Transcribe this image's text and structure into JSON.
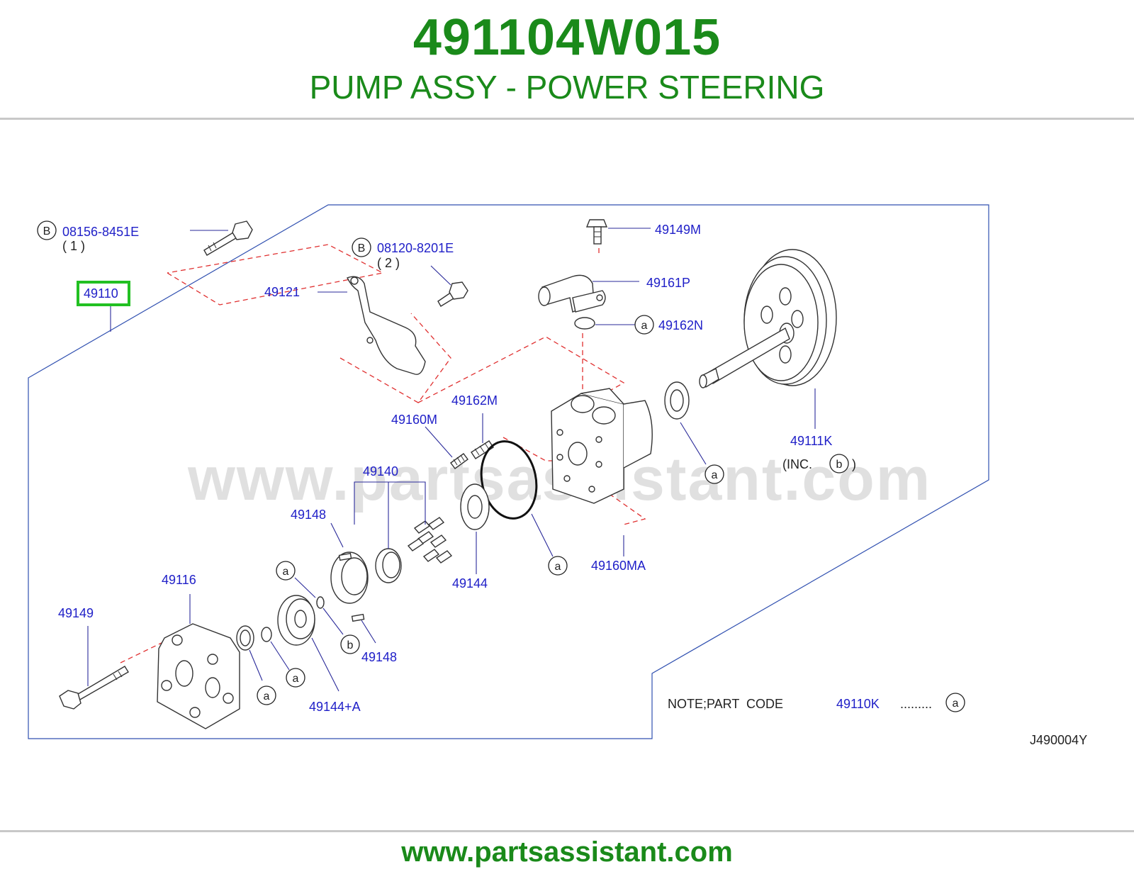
{
  "header": {
    "part_number": "491104W015",
    "title": "PUMP ASSY - POWER STEERING"
  },
  "diagram": {
    "watermark": "www.partsassistant.com",
    "callouts": {
      "bolt_08156": "08156-8451E",
      "bolt_08156_qty": "( 1 )",
      "bolt_08120": "08120-8201E",
      "bolt_08120_qty": "( 2 )",
      "assy_49110": "49110",
      "bracket_49121": "49121",
      "bolt_49149M": "49149M",
      "connector_49161P": "49161P",
      "oring_49162N": "49162N",
      "pulley_49111K": "49111K",
      "inc_note": "(INC.",
      "inc_close": ")",
      "plug_49162M": "49162M",
      "valve_49160M": "49160M",
      "rotor_49140": "49140",
      "pin_49148_top": "49148",
      "cam_49144": "49144",
      "valve_49160MA": "49160MA",
      "cover_49116": "49116",
      "bolt_49149": "49149",
      "pin_49148_bottom": "49148",
      "plate_49144A": "49144+A"
    },
    "circle_markers": {
      "B": "B",
      "a": "a",
      "b": "b"
    },
    "note": {
      "text": "NOTE;PART  CODE",
      "code": "49110K",
      "dots": ".........",
      "marker": "a"
    },
    "diagram_code": "J490004Y",
    "highlighted_part": "49110"
  },
  "footer": {
    "url": "www.partsassistant.com"
  },
  "colors": {
    "brand_green": "#1a8a1a",
    "label_blue": "#2020c8",
    "dash_red": "#e03030",
    "frame_blue": "#3050b0",
    "highlight_green": "#22c022"
  }
}
